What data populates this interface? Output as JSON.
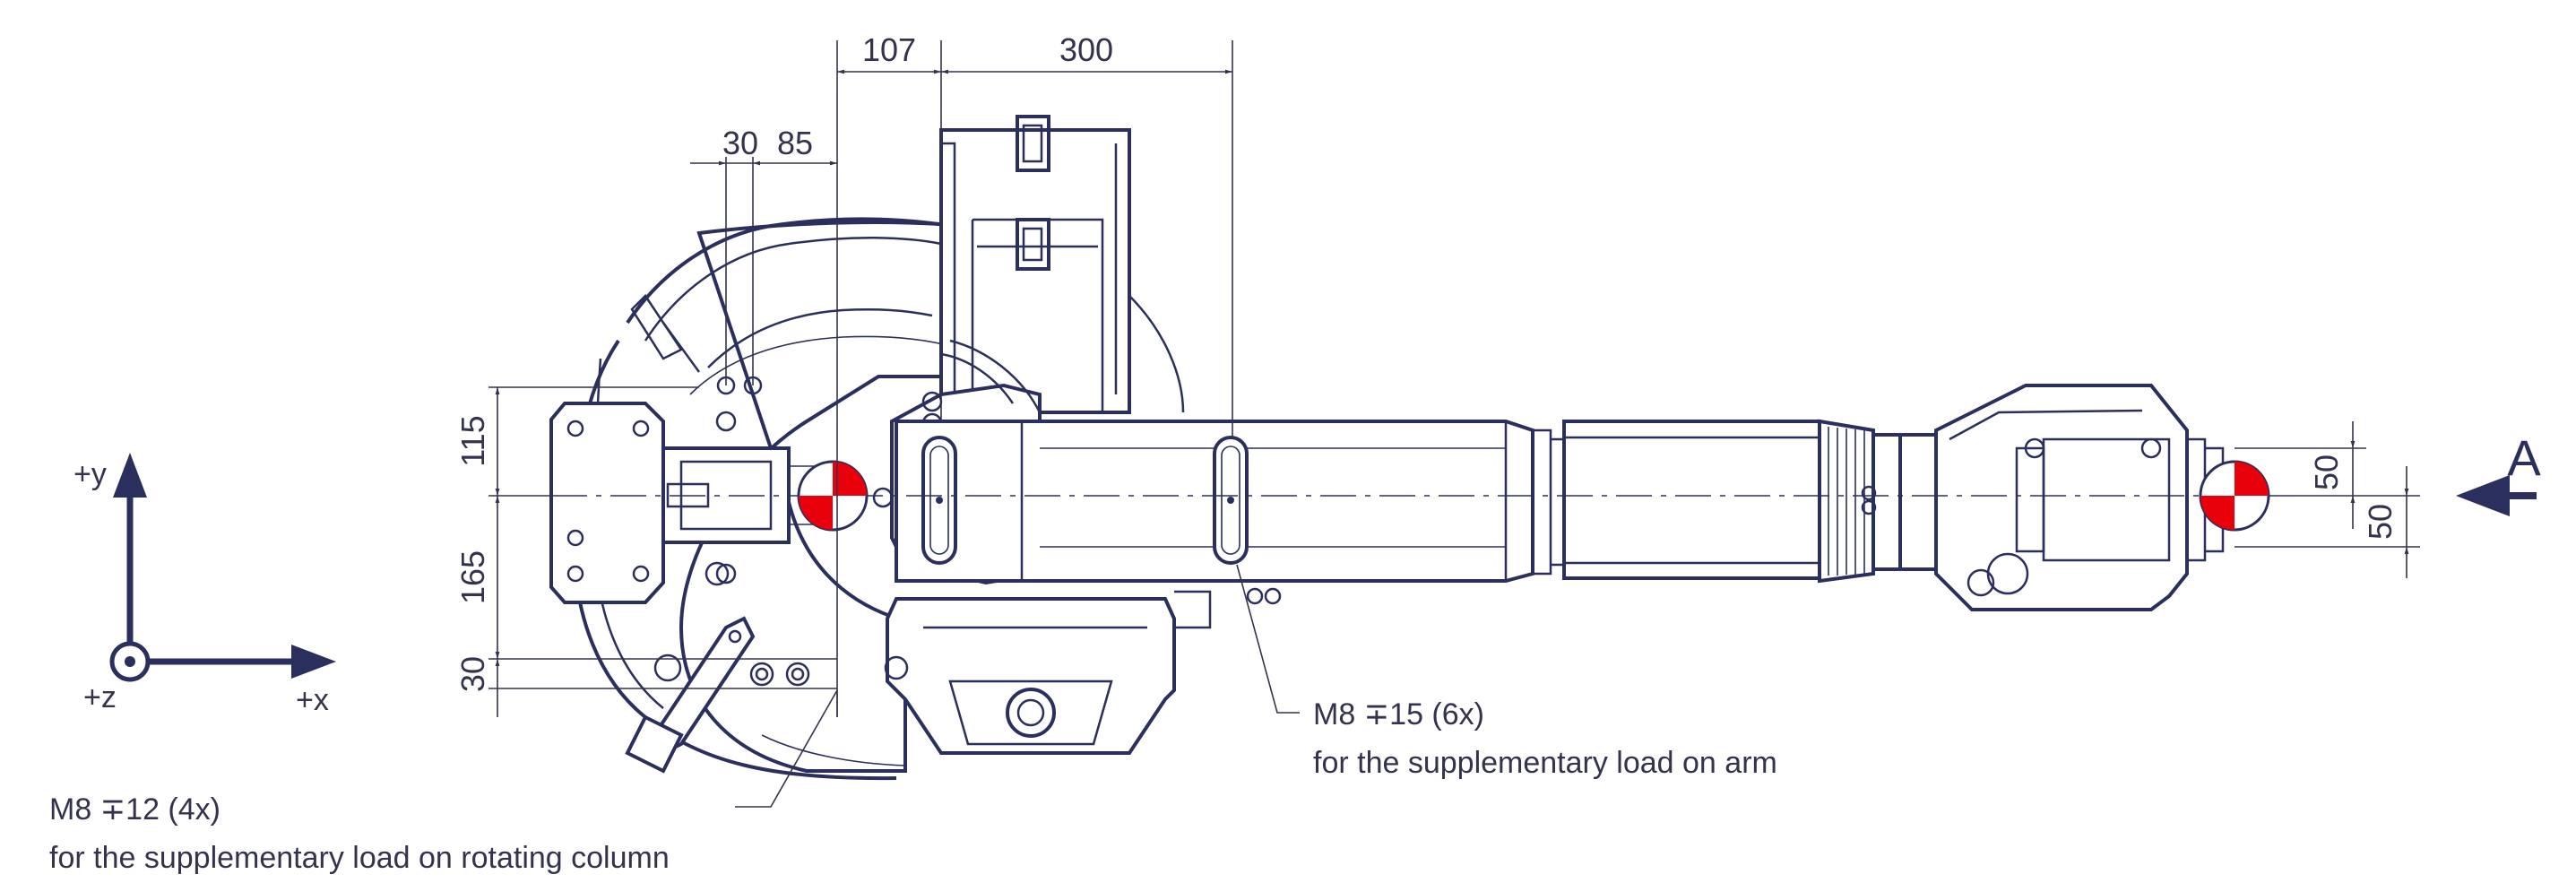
{
  "colors": {
    "line": "#2b2f5e",
    "dimension": "#33334d",
    "marker_red": "#e8000b",
    "background": "#ffffff"
  },
  "dimensions": {
    "top_107": "107",
    "top_300": "300",
    "top_30": "30",
    "top_85": "85",
    "left_115": "115",
    "left_165": "165",
    "left_30": "30",
    "right_50_upper": "50",
    "right_50_lower": "50"
  },
  "coordinate_system": {
    "y_label": "+y",
    "z_label": "+z",
    "x_label": "+x"
  },
  "view_label": "A",
  "notes": {
    "arm": {
      "spec": "M8 ∓15 (6x)",
      "description": "for the supplementary load on arm"
    },
    "column": {
      "spec": "M8 ∓12 (4x)",
      "description": "for the supplementary load on rotating column"
    }
  }
}
